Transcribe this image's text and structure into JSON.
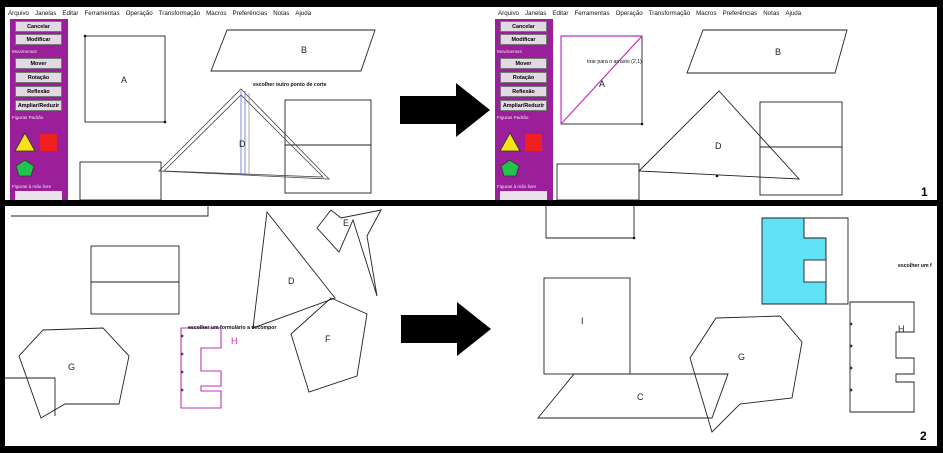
{
  "menu": [
    "Arquivo",
    "Janelas",
    "Editar",
    "Ferramentas",
    "Operação",
    "Transformação",
    "Macros",
    "Preferências",
    "Notas",
    "Ajuda"
  ],
  "toolbar": {
    "cancel_label": "Cancelar",
    "modify_label": "Modificar",
    "movements_label": "Movimentos",
    "move_label": "Mover",
    "rotate_label": "Rotação",
    "reflect_label": "Reflexão",
    "scale_label": "Ampliar/Reduzir",
    "shapes_label": "Figuras Padrão",
    "free_label": "Figuras à mão livre"
  },
  "panel1_left": {
    "hint": "escolher outro ponto de corte",
    "label_a": "A",
    "label_b": "B",
    "label_d": "D"
  },
  "panel1_right": {
    "hint": "tirar para o arrasto (2,1)",
    "label_a": "A",
    "label_b": "B",
    "label_d": "D"
  },
  "panel2_left": {
    "hint": "escolher um formulário a decompor",
    "label_d": "D",
    "label_e": "E",
    "label_f": "F",
    "label_g": "G",
    "label_h": "H"
  },
  "panel2_right": {
    "hint": "escolher um f",
    "label_i": "I",
    "label_g": "G",
    "label_c": "C",
    "label_h": "H"
  },
  "row_numbers": {
    "first": "1",
    "second": "2"
  },
  "colors": {
    "toolbar": "#9b1f9b",
    "magenta_line": "#c030c0",
    "cyan_fill": "#5fe3f4",
    "yellow": "#f5e21a",
    "red": "#f02020",
    "green": "#22c34a"
  }
}
